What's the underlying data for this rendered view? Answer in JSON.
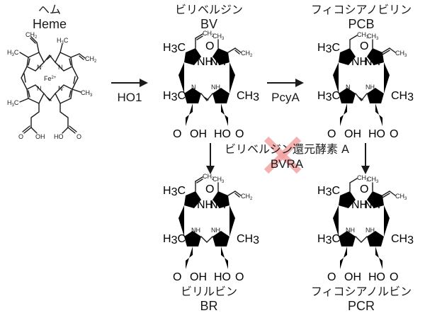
{
  "compounds": {
    "heme": {
      "jp": "ヘム",
      "en": "Heme",
      "metal": "Fe2+"
    },
    "bv": {
      "jp": "ビリベルジン",
      "en": "BV"
    },
    "pcb": {
      "jp": "フィコシアノビリン",
      "en": "PCB"
    },
    "br": {
      "jp": "ビリルビン",
      "en": "BR"
    },
    "pcr": {
      "jp": "フィコシアノルビン",
      "en": "PCR"
    }
  },
  "enzymes": {
    "ho1": "HO1",
    "pcya": "PcyA",
    "bvra_jp": "ビリベルジン還元酵素 A",
    "bvra_en": "BVRA"
  },
  "annotations": {
    "bvra_cross_color": "#f4a3a3",
    "bvra_cross_meaning": "BVRA absent"
  },
  "atoms": {
    "ch3": "CH",
    "h3c": "H",
    "c": "C",
    "sub3": "3",
    "sub2": "2",
    "o": "O",
    "oh": "OH",
    "ho": "HO",
    "nh": "NH",
    "n": "N",
    "fe": "Fe",
    "fe_charge": "2+"
  }
}
